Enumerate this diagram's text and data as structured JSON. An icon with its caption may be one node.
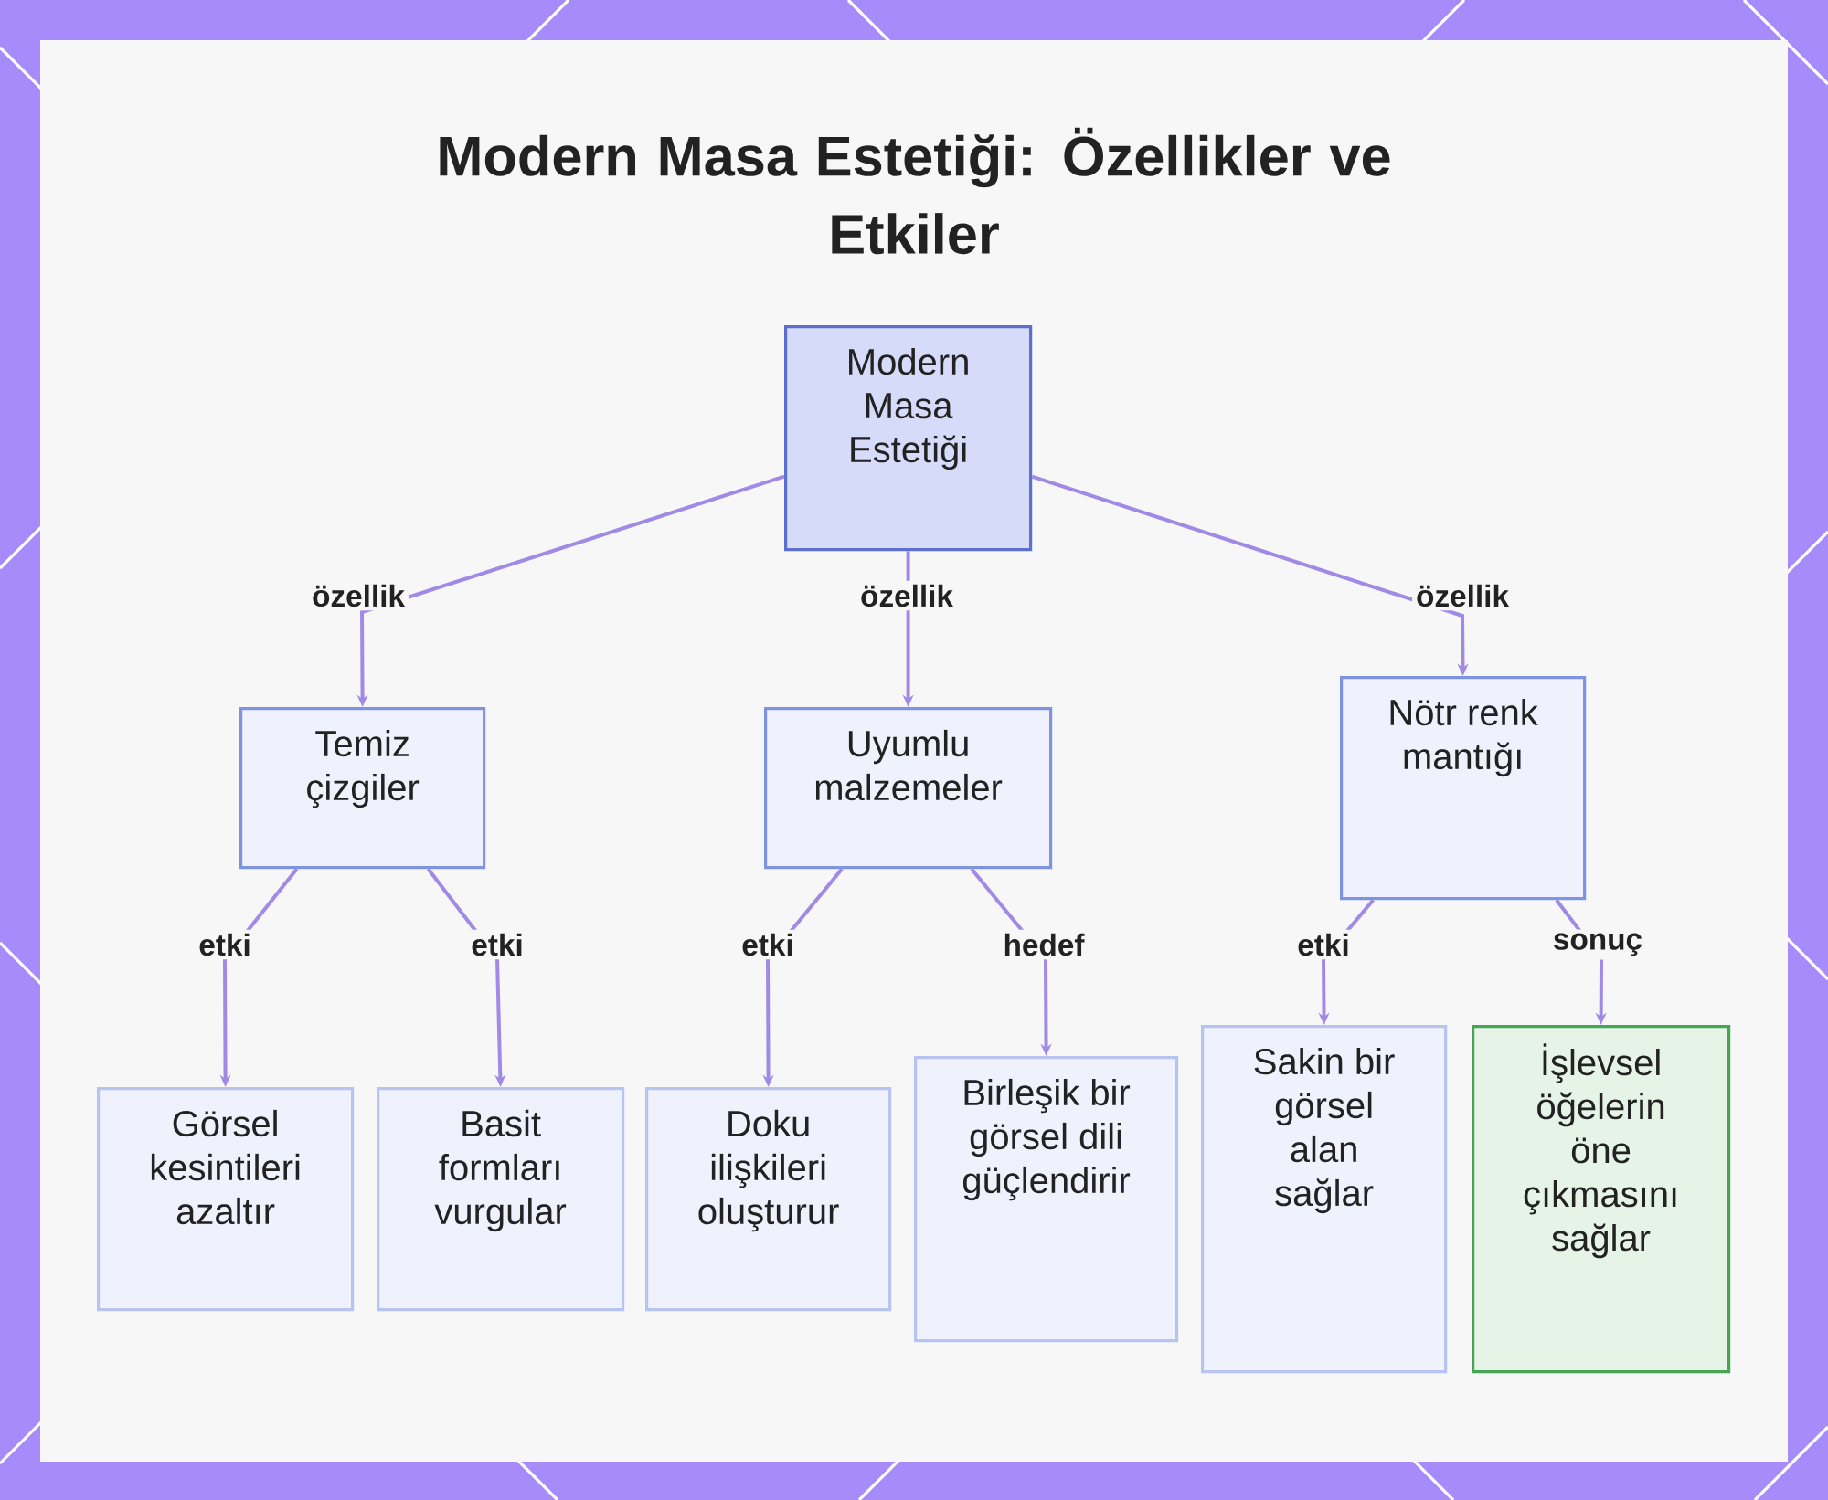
{
  "diagram": {
    "title": "Modern Masa Estetiği: Özellikler ve Etkiler",
    "nodes": [
      {
        "text": [
          "Modern Masa Estetiği"
        ]
      },
      {
        "text": [
          "Temiz çizgiler"
        ]
      },
      {
        "text": [
          "Uyumlu malzemeler"
        ]
      },
      {
        "text": [
          "Nötr renk mantığı"
        ]
      },
      {
        "text": [
          "Görsel kesintileri azaltır"
        ]
      },
      {
        "text": [
          "Basit formları vurgular"
        ]
      },
      {
        "text": [
          "Doku ilişkileri oluşturur"
        ]
      },
      {
        "text": [
          "Birleşik bir görsel dili güçlendirir"
        ]
      },
      {
        "text": [
          "Sakin bir görsel alan sağlar"
        ]
      },
      {
        "text": [
          "İşlevsel öğelerin öne çıkmasını sağlar"
        ]
      }
    ],
    "edges": [
      {
        "from": 0,
        "to": 1,
        "arrow": "to",
        "label": "özellik"
      },
      {
        "from": 0,
        "to": 2,
        "arrow": "to",
        "label": "özellik"
      },
      {
        "from": 0,
        "to": 3,
        "arrow": "to",
        "label": "özellik"
      },
      {
        "from": 1,
        "to": 4,
        "arrow": "to",
        "label": "etki"
      },
      {
        "from": 1,
        "to": 5,
        "arrow": "to",
        "label": "etki"
      },
      {
        "from": 2,
        "to": 6,
        "arrow": "to",
        "label": "etki"
      },
      {
        "from": 2,
        "to": 7,
        "arrow": "to",
        "label": "hedef"
      },
      {
        "from": 3,
        "to": 8,
        "arrow": "to",
        "label": "etki"
      },
      {
        "from": 3,
        "to": 9,
        "arrow": "to",
        "label": "sonuç"
      }
    ]
  }
}
